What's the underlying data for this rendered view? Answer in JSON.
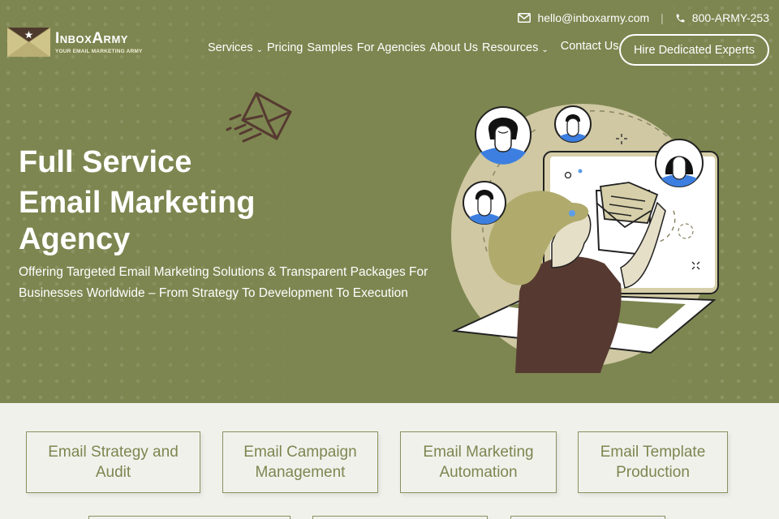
{
  "brand": {
    "name": "InboxArmy",
    "tagline": "YOUR EMAIL MARKETING ARMY"
  },
  "contact": {
    "email": "hello@inboxarmy.com",
    "separator": "|",
    "phone": "800-ARMY-253"
  },
  "nav": {
    "items": [
      {
        "label": "Services",
        "has_dropdown": true
      },
      {
        "label": "Pricing",
        "has_dropdown": false
      },
      {
        "label": "Samples",
        "has_dropdown": false
      },
      {
        "label": "For Agencies",
        "has_dropdown": false
      },
      {
        "label": "About Us",
        "has_dropdown": false
      },
      {
        "label": "Resources",
        "has_dropdown": true
      },
      {
        "label": "Contact Us",
        "has_dropdown": false
      }
    ],
    "cta": "Hire Dedicated Experts",
    "chevron": "⌄"
  },
  "hero": {
    "title_lines": [
      "Full Service",
      "Email Marketing",
      "Agency"
    ],
    "subtitle": "Offering Targeted Email Marketing Solutions & Transparent Packages For Businesses Worldwide – From Strategy To Development To Execution"
  },
  "services": [
    {
      "label": "Email Strategy and Audit"
    },
    {
      "label": "Email Campaign Management"
    },
    {
      "label": "Email Marketing Automation"
    },
    {
      "label": "Email Template Production"
    }
  ],
  "colors": {
    "hero_bg": "#7d8650",
    "page_bg": "#f1f1ec",
    "accent_text": "#7d8650",
    "dark_brown": "#563a31",
    "tan": "#cfc8a3",
    "avatar_blue": "#3d7fe0"
  },
  "icons": {
    "email": "envelope-icon",
    "phone": "phone-icon"
  }
}
